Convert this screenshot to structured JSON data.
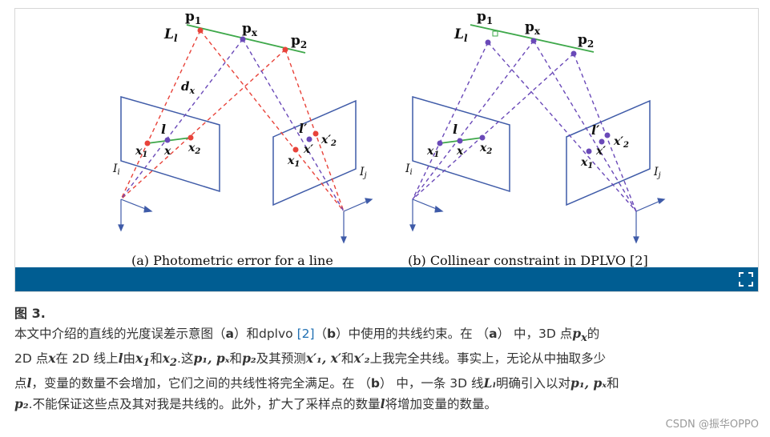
{
  "figure": {
    "panel_a": {
      "caption": "(a) Photometric error for a line",
      "labels": {
        "L": "L",
        "L_sub": "l",
        "p1": "p",
        "p1_sub": "1",
        "px": "p",
        "px_sub": "x",
        "p2": "p",
        "p2_sub": "2",
        "dx": "d",
        "dx_sub": "x",
        "l": "l",
        "x1": "x",
        "x1_sub": "1",
        "x": "x",
        "x2": "x",
        "x2_sub": "2",
        "lp": "l′",
        "x2p": "x′",
        "x2p_sub": "2",
        "xp": "x′",
        "x1p": "x",
        "x1p_sub": "1",
        "Ii": "I",
        "Ii_sub": "i",
        "Ij": "I",
        "Ij_sub": "j"
      }
    },
    "panel_b": {
      "caption": "(b) Collinear constraint in DPLVO [2]",
      "labels": {
        "L": "L",
        "L_sub": "l",
        "p1": "p",
        "p1_sub": "1",
        "px": "p",
        "px_sub": "x",
        "p2": "p",
        "p2_sub": "2",
        "l": "l",
        "x1": "x",
        "x1_sub": "1",
        "x": "x",
        "x2": "x",
        "x2_sub": "2",
        "lp": "l′",
        "x2p": "x′",
        "x2p_sub": "2",
        "xp": "x′",
        "x1p": "x",
        "x1p_sub": "1",
        "Ii": "I",
        "Ii_sub": "i",
        "Ij": "I",
        "Ij_sub": "j"
      }
    },
    "colors": {
      "bar": "#005d92",
      "frame": "#3f5ba8",
      "red": "#e8433a",
      "purple": "#6a49b8",
      "green": "#3ea84a"
    }
  },
  "caption": {
    "fig_label": "图 3.",
    "line1_a": "本文中介绍的直线的光度误差示意图（",
    "a1": "a",
    "line1_b": "）和dplvo ",
    "ref": "[2]",
    "line1_c": "（",
    "b1": "b",
    "line1_d": "）中使用的共线约束。在 （",
    "a2": "a",
    "line1_e": "） 中，3D 点",
    "m_px": "p",
    "m_px_sub": "x",
    "line1_f": "的",
    "line2_a": "2D 点",
    "m_x": "x",
    "line2_b": "在 2D 线上",
    "m_l": "l",
    "line2_c": "由",
    "m_x1": "x",
    "m_x1_sub": "1",
    "line2_d": "和",
    "m_x2": "x",
    "m_x2_sub": "2",
    "line2_e": ".这",
    "m_p1px": "p₁, pₓ",
    "line2_f": "和",
    "m_p2": "p₂",
    "line2_g": "及其预测",
    "m_proj": "x′₁, x′",
    "line2_h": "和",
    "m_x2p": "x′₂",
    "line2_i": "上我完全共线。事实上，无论从中抽取多少",
    "line3_a": "点",
    "m_l2": "l",
    "line3_b": "，变量的数量不会增加，它们之间的共线性将完全满足。在 （",
    "b2": "b",
    "line3_c": "） 中，一条 3D 线",
    "m_Ll": "Lₗ",
    "line3_d": "明确引入以对",
    "m_p1pxb": "p₁, pₓ",
    "line3_e": "和",
    "line4_m": "p₂",
    "line4_a": ".不能保证这些点及其对我是共线的。此外，扩大了采样点的数量",
    "m_l3": "l",
    "line4_b": "将增加变量的数量。"
  },
  "watermark": "CSDN @振华OPPO"
}
